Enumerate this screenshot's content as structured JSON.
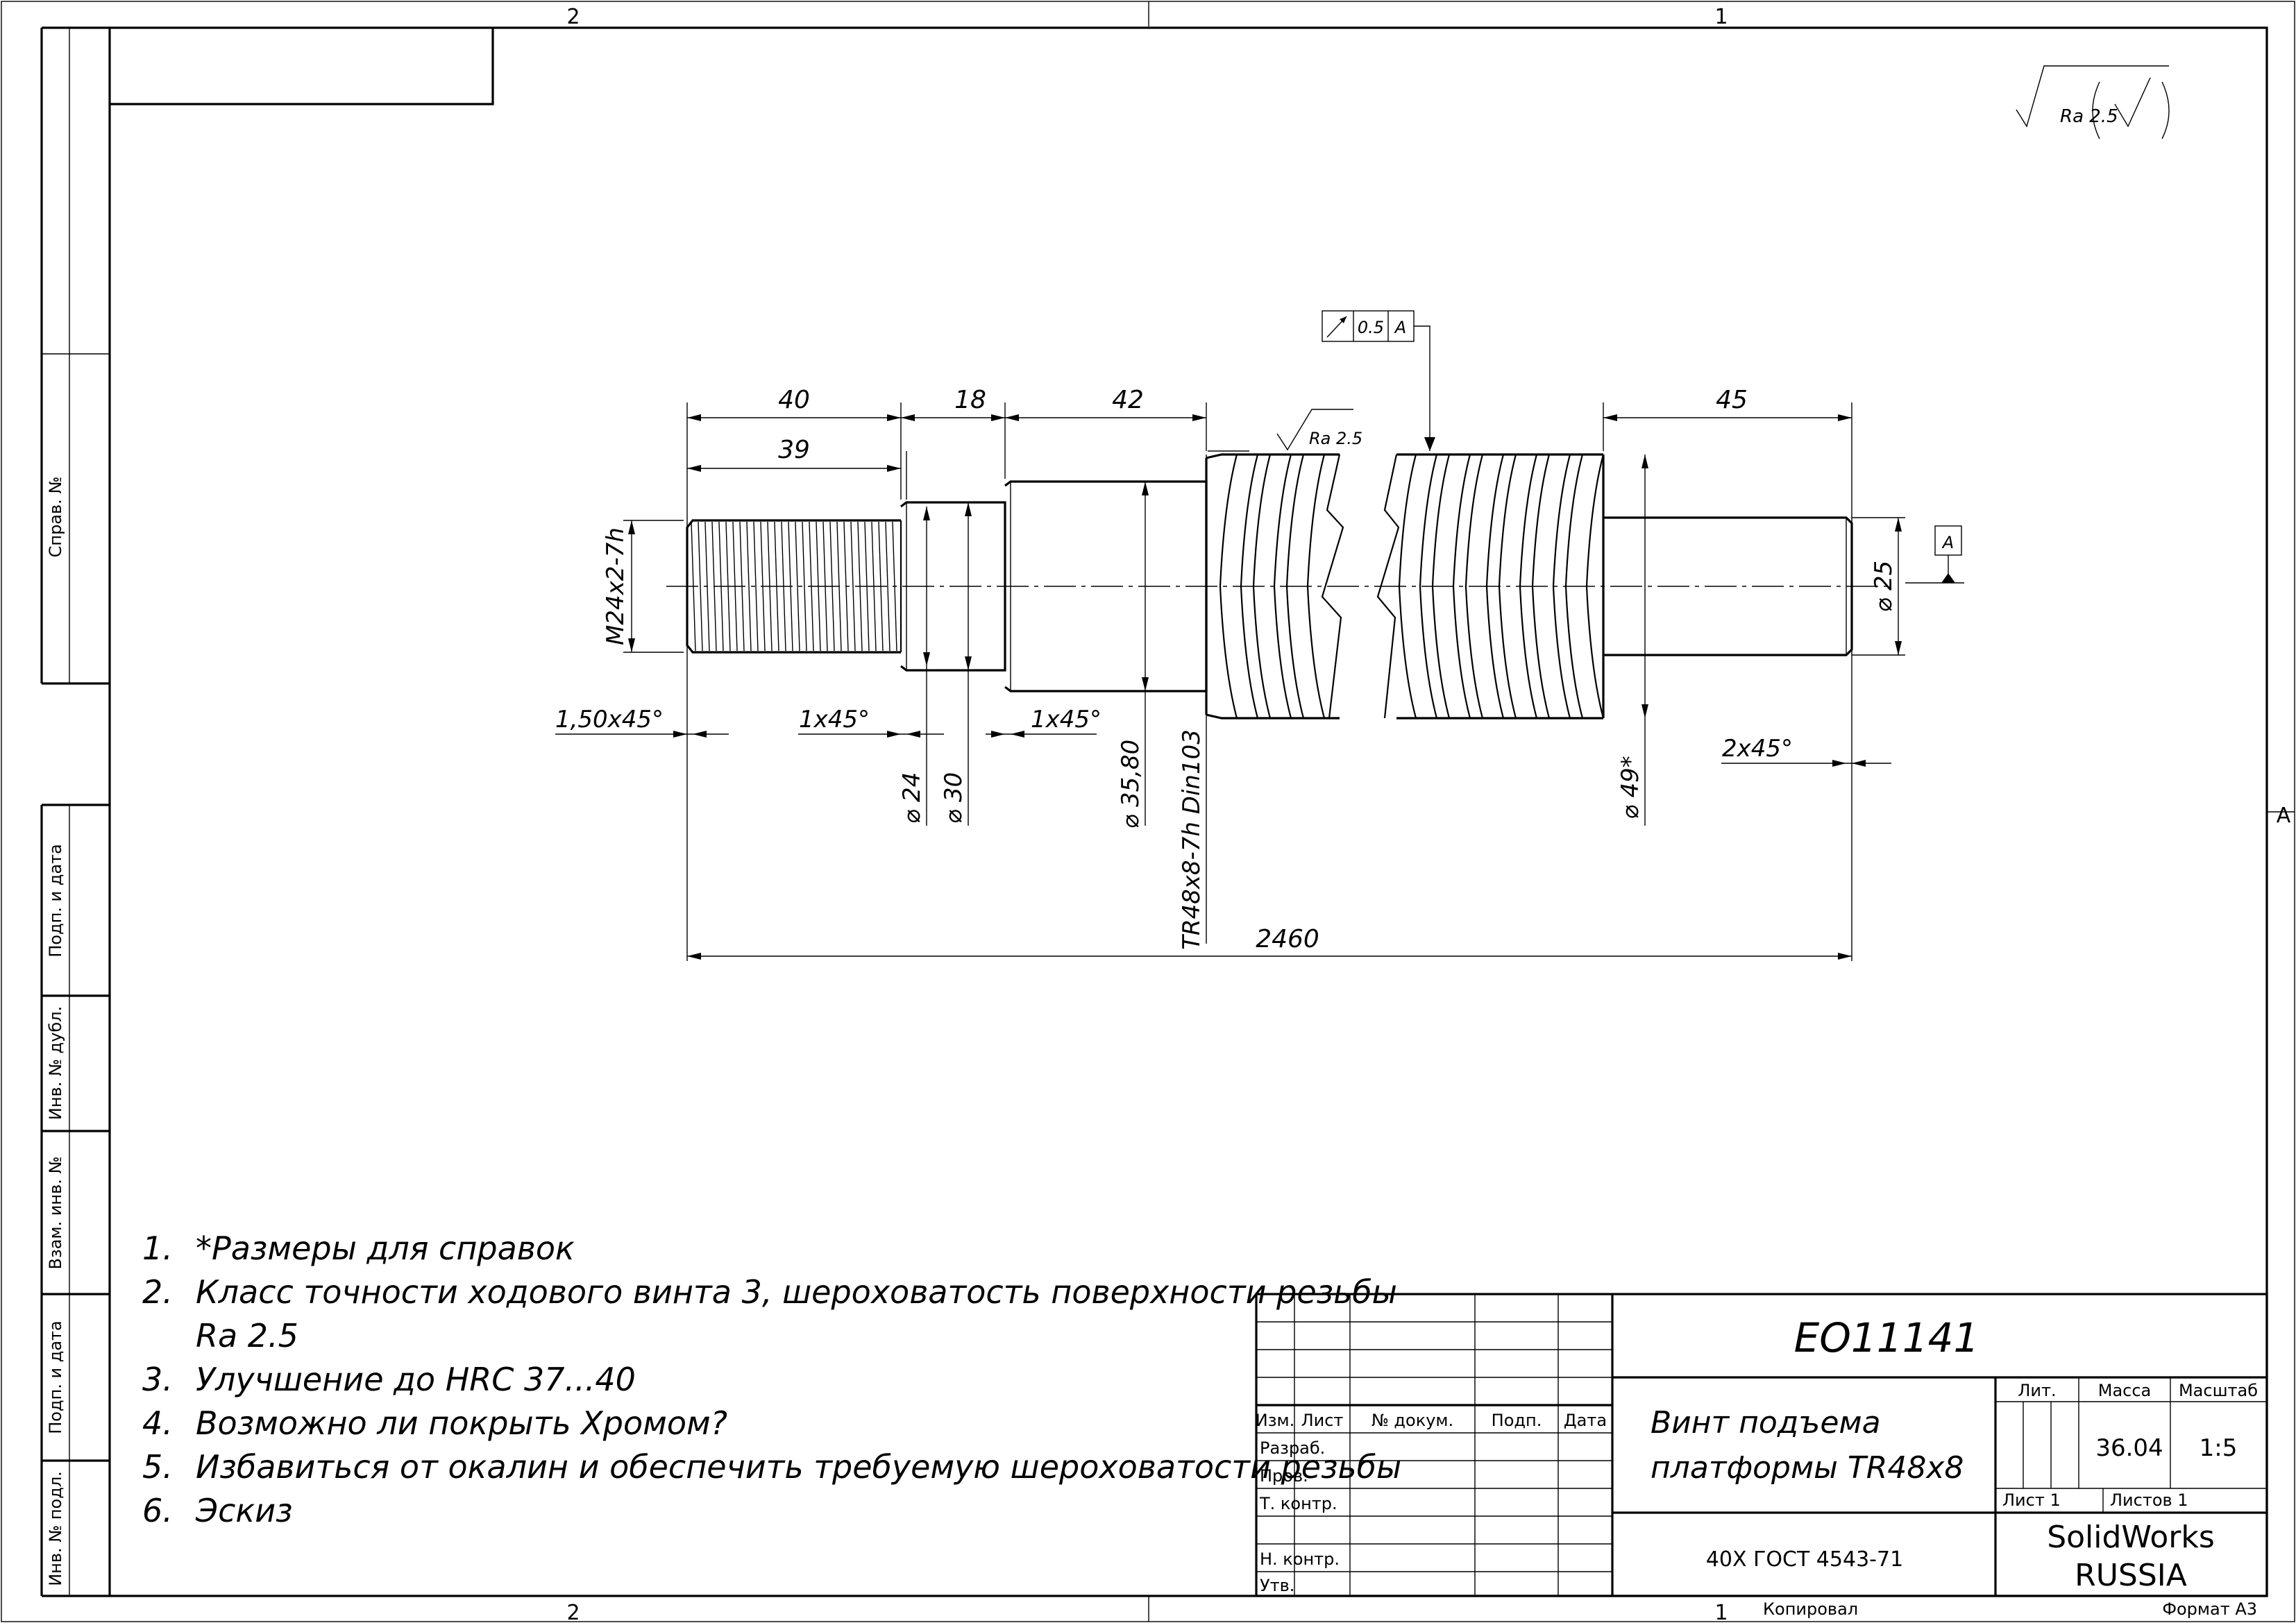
{
  "zones": {
    "top_left": "2",
    "top_right": "1",
    "bottom_left": "2",
    "bottom_right": "1",
    "right_edge": "A"
  },
  "side_strip": {
    "sprav_no": "Справ. №",
    "podp_data_1": "Подп. и дата",
    "inv_dubl": "Инв. № дубл.",
    "vzam_inv": "Взам. инв. №",
    "podp_data_2": "Подп. и дата",
    "inv_podl": "Инв. № подл."
  },
  "roughness": {
    "general": "Ra 2.5",
    "thread": "Ra 2.5"
  },
  "tolerance_frame": {
    "value": "0.5",
    "datum": "A"
  },
  "datum_label": "A",
  "dimensions": {
    "d40": "40",
    "d18": "18",
    "d42": "42",
    "d45": "45",
    "d39": "39",
    "d2460": "2460",
    "thread_m": "M24x2-7h",
    "chamfer_150": "1,50x45°",
    "chamfer_1a": "1x45°",
    "chamfer_1b": "1x45°",
    "chamfer_2": "2x45°",
    "dia24": "⌀ 24",
    "dia30": "⌀ 30",
    "dia3580": "⌀ 35,80",
    "thread_tr": "TR48x8-7h Din103",
    "dia49": "⌀ 49*",
    "dia25": "⌀ 25"
  },
  "notes": [
    {
      "num": "1.",
      "text": "*Размеры для справок"
    },
    {
      "num": "2.",
      "text": "Класс точности ходового винта 3, шероховатость поверхности резьбы"
    },
    {
      "num": "",
      "text": "Ra 2.5"
    },
    {
      "num": "3.",
      "text": "Улучшение до HRC 37...40"
    },
    {
      "num": "4.",
      "text": "Возможно ли покрыть Хромом?"
    },
    {
      "num": "5.",
      "text": "Избавиться от окалин и обеспечить требуемую шероховатости резьбы"
    },
    {
      "num": "6.",
      "text": "Эскиз"
    }
  ],
  "title_block": {
    "designation": "EO11141",
    "col_izm": "Изм.",
    "col_list": "Лист",
    "col_docum": "№ докум.",
    "col_podp": "Подп.",
    "col_data": "Дата",
    "row_razrab": "Разраб.",
    "row_prov": "Пров.",
    "row_tkontr": "Т. контр.",
    "row_nkontr": "Н. контр.",
    "row_utv": "Утв.",
    "name_line1": "Винт подъема",
    "name_line2": "платформы TR48x8",
    "lit_label": "Лит.",
    "mass_label": "Масса",
    "scale_label": "Масштаб",
    "mass_value": "36.04",
    "scale_value": "1:5",
    "sheet_label": "Лист 1",
    "sheets_label": "Листов 1",
    "material": "40Х ГОСТ 4543-71",
    "org_line1": "SolidWorks",
    "org_line2": "RUSSIA",
    "copied": "Копировал",
    "format": "Формат A3"
  }
}
